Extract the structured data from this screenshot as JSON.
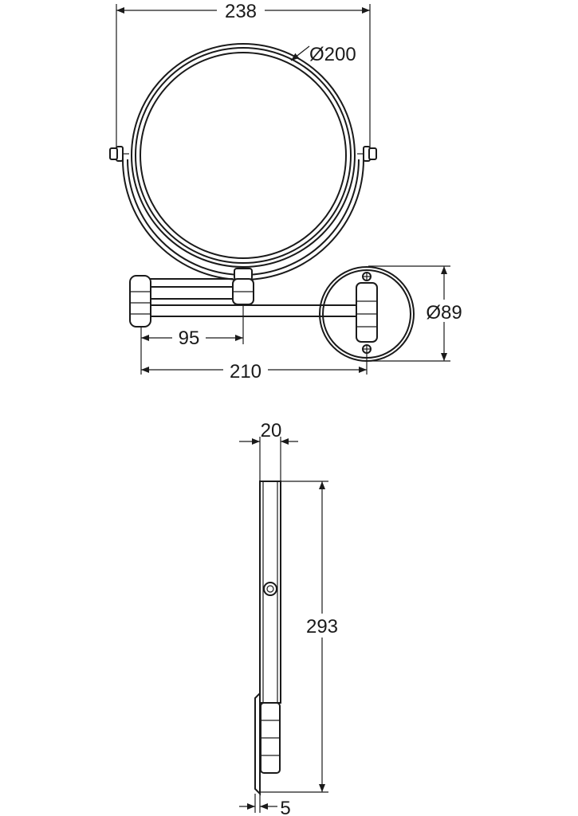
{
  "drawing": {
    "front_view": {
      "overall_width_label": "238",
      "mirror_diameter_label": "Ø200",
      "wall_plate_diameter_label": "Ø89",
      "arm_segment_label": "95",
      "arm_reach_label": "210"
    },
    "side_view": {
      "thickness_label": "20",
      "height_label": "293",
      "offset_label": "5"
    }
  },
  "colors": {
    "line": "#1a1a1a",
    "background": "#ffffff"
  }
}
